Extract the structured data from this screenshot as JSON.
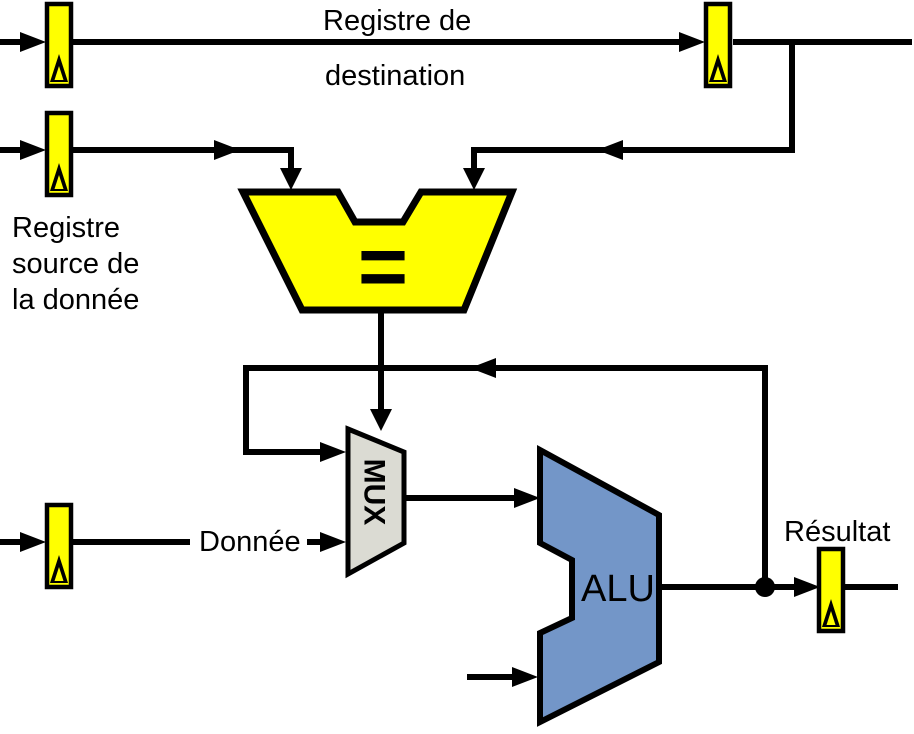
{
  "diagram": {
    "colors": {
      "wire": "#000000",
      "text": "#000000",
      "register_fill": "#ffff00",
      "comparator_fill": "#ffff00",
      "mux_fill": "#dbdbd3",
      "alu_fill": "#7396c8",
      "background": "#ffffff"
    },
    "labels": {
      "destination_register": {
        "line1": "Registre de",
        "line2": "destination"
      },
      "source_register": {
        "line1": "Registre",
        "line2": "source de",
        "line3": "la donnée"
      },
      "data": "Donnée",
      "result": "Résultat",
      "mux": "MUX",
      "alu": "ALU",
      "comparator": "="
    }
  }
}
